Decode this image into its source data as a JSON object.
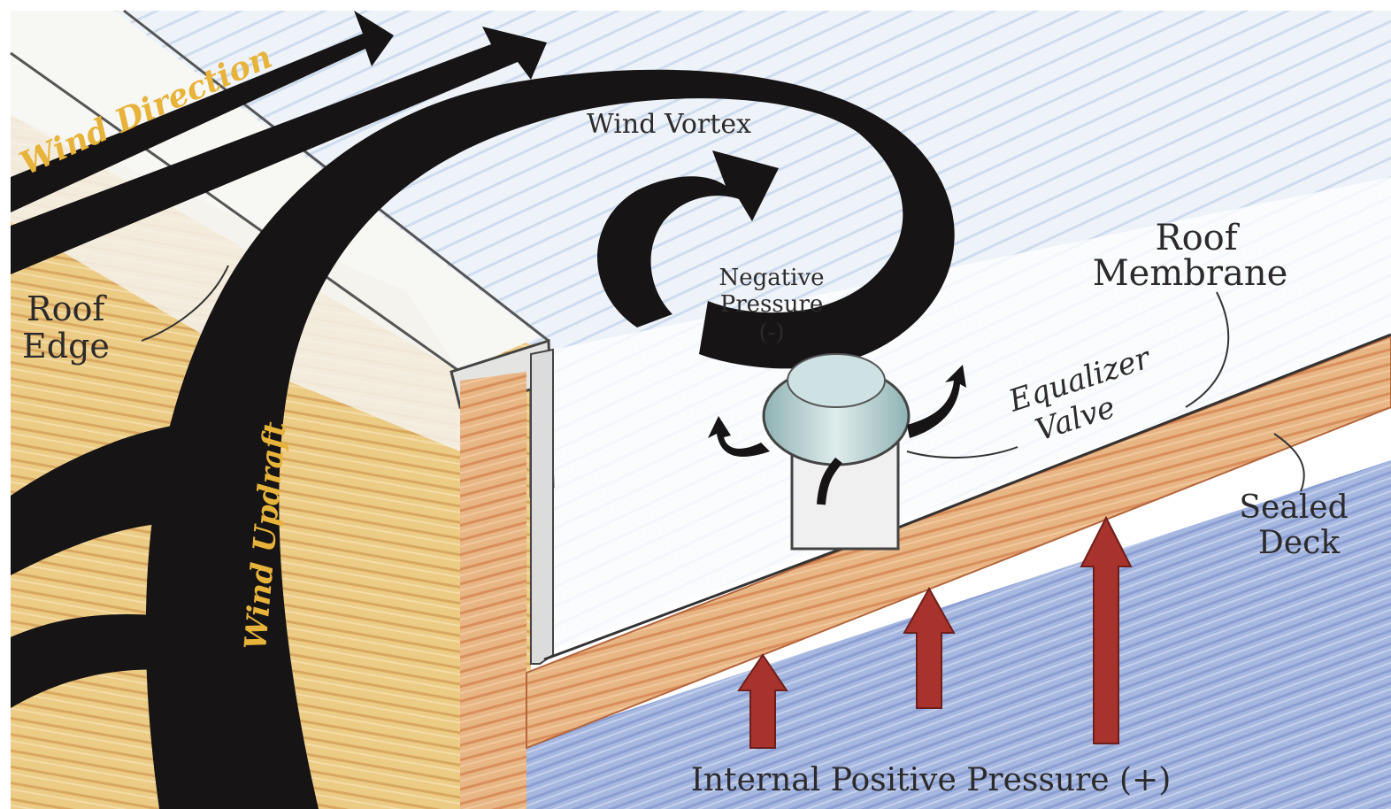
{
  "labels": {
    "wind_direction": "Wind Direction",
    "wind_vortex": "Wind Vortex",
    "negative_pressure_line1": "Negative",
    "negative_pressure_line2": "Pressure",
    "negative_pressure_sign": "(-)",
    "roof_membrane_line1": "Roof",
    "roof_membrane_line2": "Membrane",
    "roof_edge_line1": "Roof",
    "roof_edge_line2": "Edge",
    "equalizer_line1": "Equalizer",
    "equalizer_line2": "Valve",
    "sealed_deck_line1": "Sealed",
    "sealed_deck_line2": "Deck",
    "wind_updraft": "Wind Updraft",
    "internal_pressure": "Internal Positive Pressure (+)"
  },
  "colors": {
    "arrow_black": "#161414",
    "wind_text": "#e8b33a",
    "wood": "#e7b27d",
    "wood_dark": "#d27a4e",
    "deck_blue": "#9fb1de",
    "parapet_yellow": "#e9c97f",
    "pressure_red": "#a8322c",
    "valve_blue": "#b7cfd0"
  }
}
